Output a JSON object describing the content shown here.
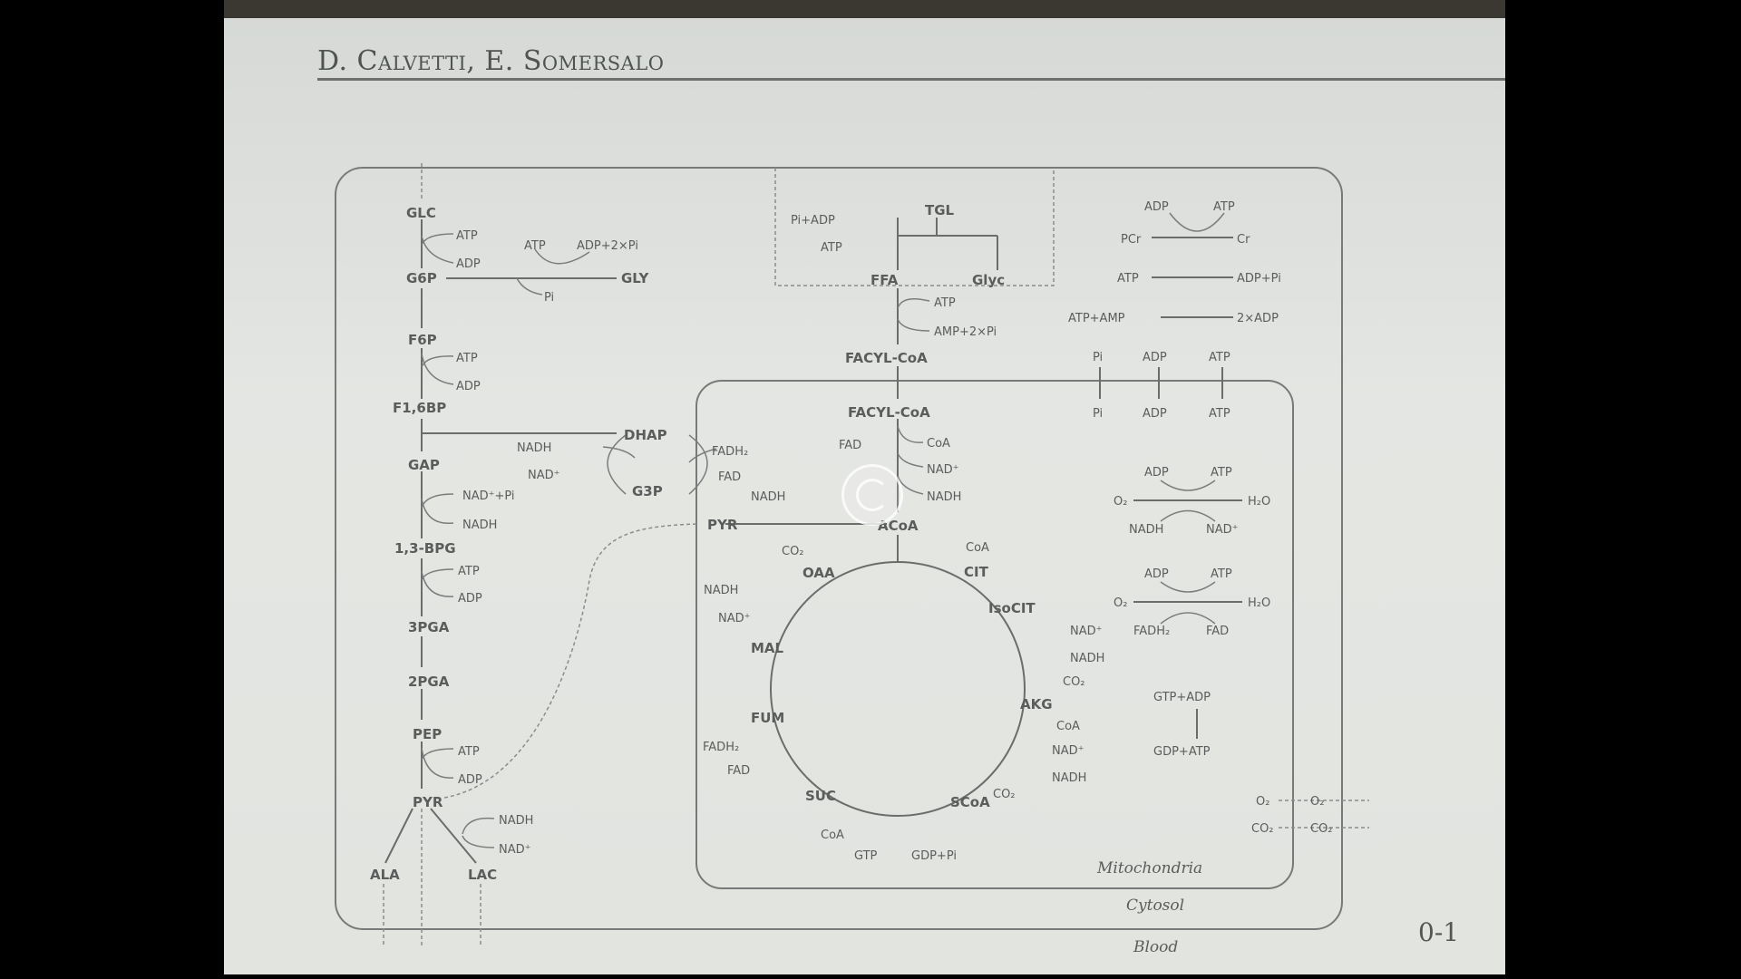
{
  "slide": {
    "header": "D. Calvetti, E. Somersalo",
    "page_number": "0-1"
  },
  "compartments": {
    "mitochondria": "Mitochondria",
    "cytosol": "Cytosol",
    "blood": "Blood"
  },
  "glycolysis": {
    "glc": "GLC",
    "g6p": "G6P",
    "f6p": "F6P",
    "f16bp": "F1,6BP",
    "gap": "GAP",
    "bpg": "1,3-BPG",
    "pga3": "3PGA",
    "pga2": "2PGA",
    "pep": "PEP",
    "pyr": "PYR",
    "ala": "ALA",
    "lac": "LAC",
    "gly": "GLY",
    "dhap": "DHAP",
    "g3p": "G3P"
  },
  "cofactors": {
    "atp": "ATP",
    "adp": "ADP",
    "adp_2pi": "ADP+2×Pi",
    "pi": "Pi",
    "nadh": "NADH",
    "nad": "NAD⁺",
    "nad_pi": "NAD⁺+Pi",
    "fadh2": "FADH₂",
    "fad": "FAD",
    "coa": "CoA",
    "co2": "CO₂",
    "o2": "O₂",
    "h2o": "H₂O",
    "gtp": "GTP",
    "gdp_pi": "GDP+Pi",
    "pi_adp": "Pi+ADP",
    "amp_2pi": "AMP+2×Pi"
  },
  "lipids": {
    "tgl": "TGL",
    "ffa": "FFA",
    "glyc": "Glyc",
    "facyl_coa": "FACYL-CoA",
    "acoa": "ACoA",
    "pyr_mito": "PYR"
  },
  "tca": {
    "oaa": "OAA",
    "cit": "CIT",
    "isocit": "IsoCIT",
    "akg": "AKG",
    "scoa": "SCoA",
    "suc": "SUC",
    "fum": "FUM",
    "mal": "MAL"
  },
  "side_reactions": {
    "pcr_left": "PCr",
    "cr_right": "Cr",
    "atp_hyd_left": "ATP",
    "atp_hyd_right": "ADP+Pi",
    "atp_amp": "ATP+AMP",
    "two_adp": "2×ADP",
    "gtp_adp": "GTP+ADP",
    "gdp_atp": "GDP+ATP"
  },
  "colors": {
    "background": "#000000",
    "slide": "#e2e4e0",
    "ink": "#5a5d5b",
    "band": "#3a3831"
  },
  "icons": {
    "overlay": "video-loading-spinner-icon"
  }
}
